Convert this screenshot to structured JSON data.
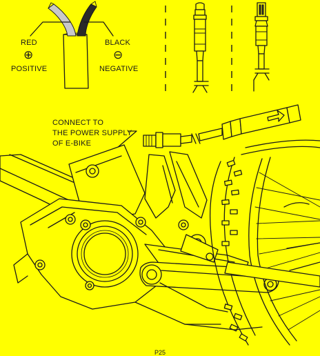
{
  "wire_labels": {
    "red": "RED",
    "red_symbol": "⊕",
    "positive": "POSITIVE",
    "black": "BLACK",
    "black_symbol": "⊖",
    "negative": "NEGATIVE"
  },
  "callout": {
    "line1": "CONNECT TO",
    "line2": "THE POWER SUPPLY",
    "line3": "OF E-BIKE"
  },
  "page_number": "P25",
  "colors": {
    "background": "#ffff00",
    "line": "#1a1a1a",
    "red_wire": "#c9c9c9",
    "black_wire": "#2a2a2a"
  }
}
